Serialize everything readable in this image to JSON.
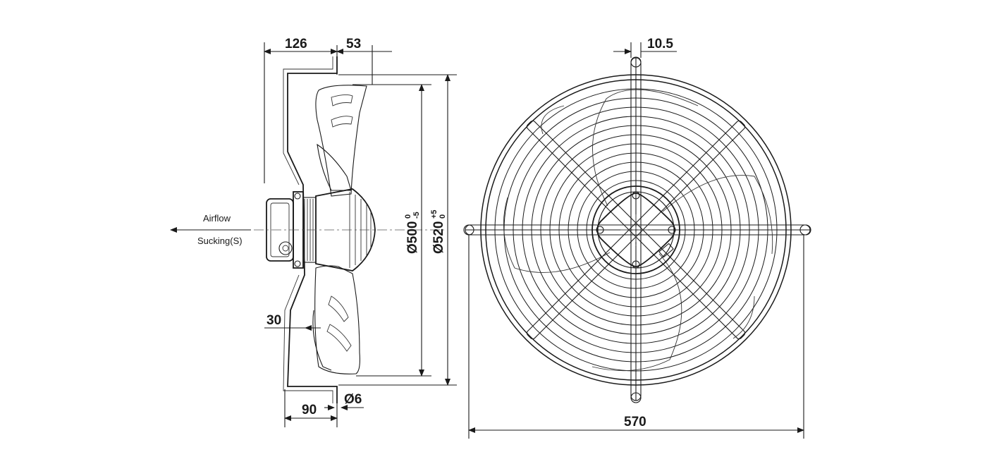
{
  "side_view": {
    "dim_width_126": "126",
    "dim_offset_53": "53",
    "dim_inner_dia_main": "Ø500",
    "dim_inner_dia_sup": "0",
    "dim_inner_dia_sub": "-5",
    "dim_outer_dia_main": "Ø520",
    "dim_outer_dia_sup": "+5",
    "dim_outer_dia_sub": "0",
    "dim_flange_30": "30",
    "dim_base_90": "90",
    "dim_hole_6": "Ø6",
    "airflow_label": "Airflow",
    "sucking_label": "Sucking(S)"
  },
  "front_view": {
    "dim_bar_width": "10.5",
    "dim_overall_width": "570"
  }
}
